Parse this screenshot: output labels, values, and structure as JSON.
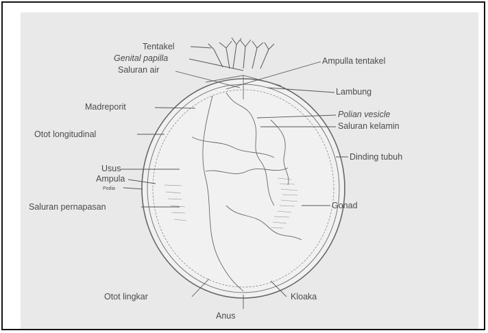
{
  "diagram": {
    "labels": {
      "tentakel": "Tentakel",
      "genital_papilla": "Genital papilla",
      "saluran_air": "Saluran air",
      "ampulla_tentakel": "Ampulla tentakel",
      "lambung": "Lambung",
      "madreporit": "Madreporit",
      "polian_vesicle": "Polian vesicle",
      "saluran_kelamin": "Saluran kelamin",
      "otot_longitudinal": "Otot longitudinal",
      "dinding_tubuh": "Dinding tubuh",
      "usus": "Usus",
      "ampula": "Ampula",
      "podia": "Podia",
      "gonad": "Gonad",
      "saluran_pernapasan": "Saluran pernapasan",
      "otot_lingkar": "Otot lingkar",
      "kloaka": "Kloaka",
      "anus": "Anus"
    },
    "colors": {
      "background": "#e9e9e9",
      "ink": "#555555",
      "frame": "#111111"
    }
  }
}
